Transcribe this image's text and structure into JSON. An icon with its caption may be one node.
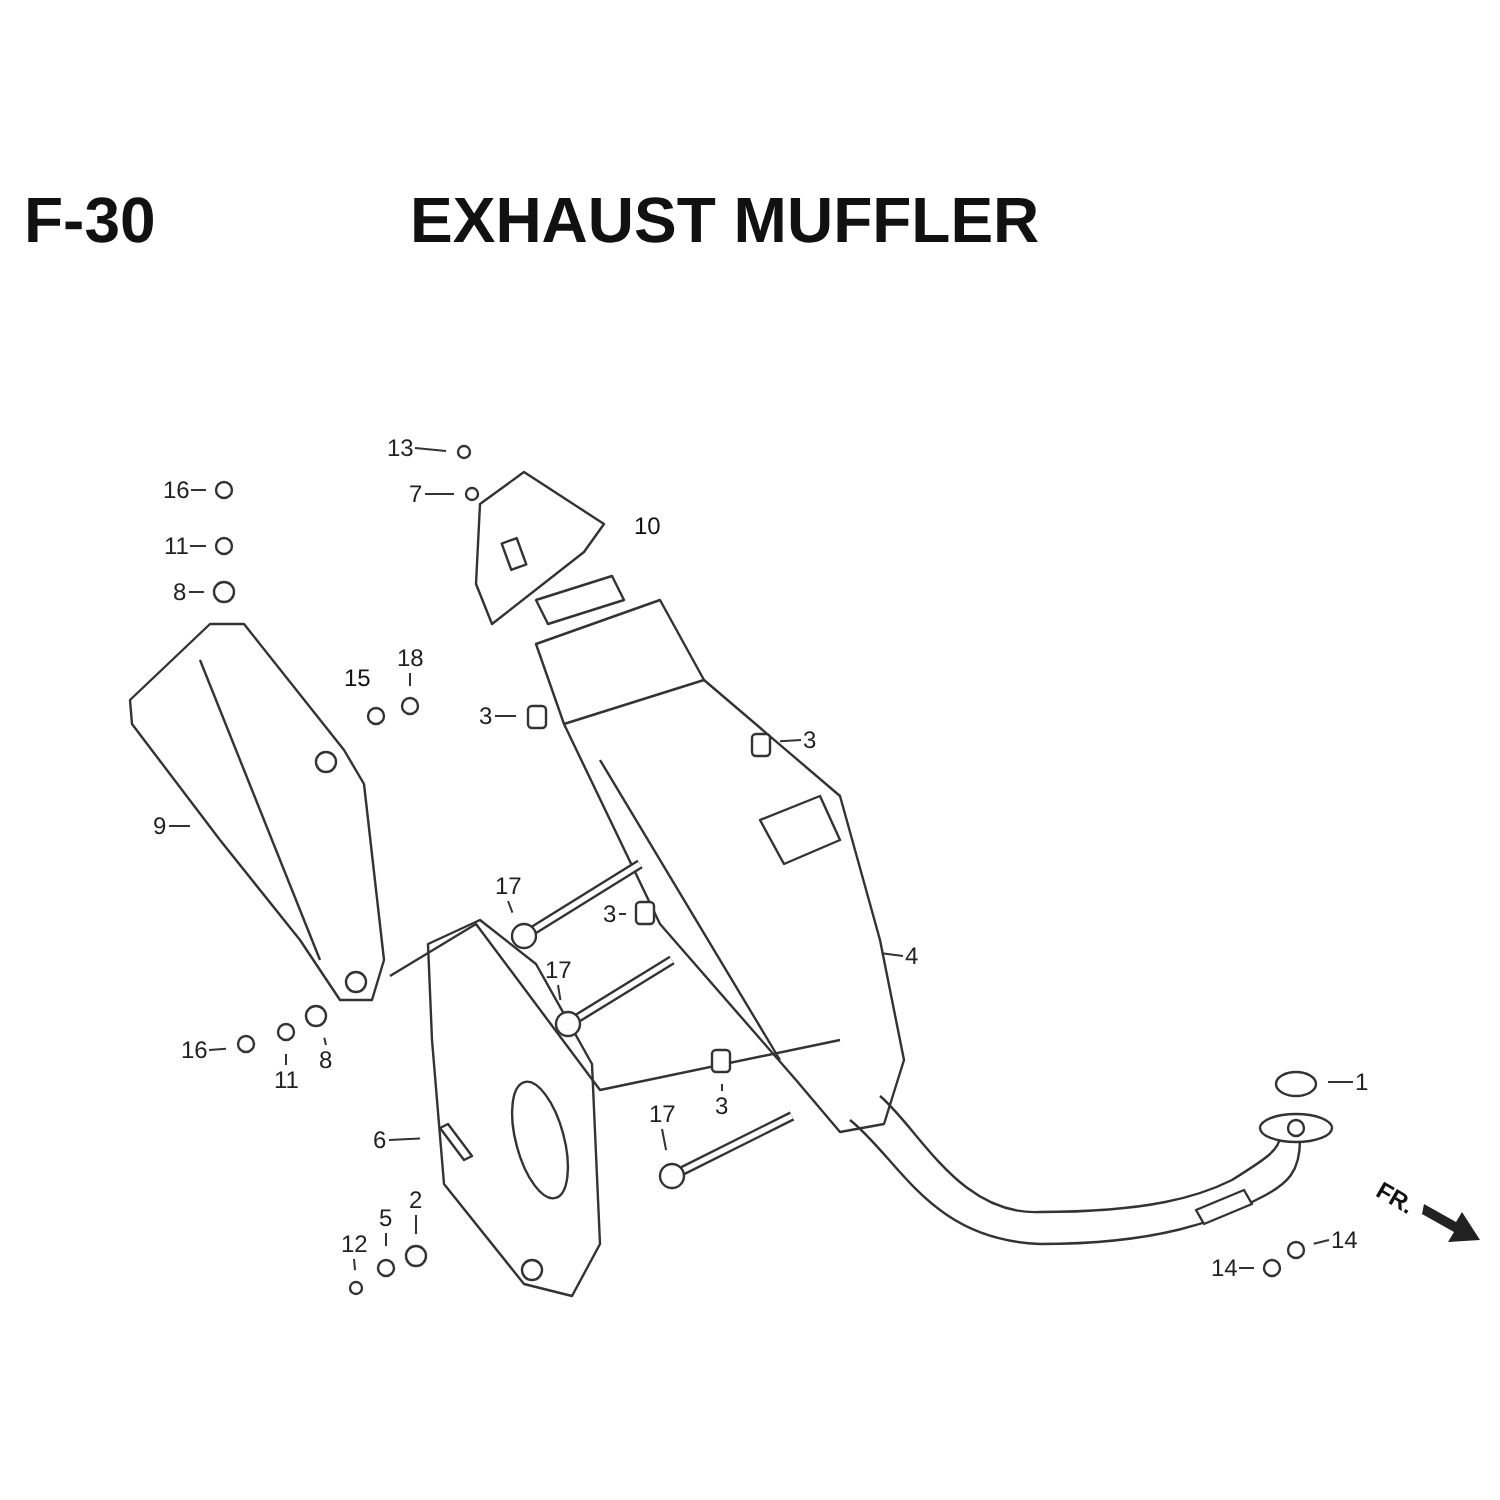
{
  "diagram": {
    "title": "EXHAUST MUFFLER",
    "nodes": [
      {
        "text": [
          "13"
        ]
      },
      {
        "text": [
          "7"
        ]
      },
      {
        "text": [
          "16"
        ]
      },
      {
        "text": [
          "11"
        ]
      },
      {
        "text": [
          "8"
        ]
      },
      {
        "text": [
          "18"
        ]
      },
      {
        "text": [
          "3"
        ]
      },
      {
        "text": [
          "3"
        ]
      },
      {
        "text": [
          "9"
        ]
      },
      {
        "text": [
          "17"
        ]
      },
      {
        "text": [
          "3"
        ]
      },
      {
        "text": [
          "4"
        ]
      },
      {
        "text": [
          "17"
        ]
      },
      {
        "text": [
          "16"
        ]
      },
      {
        "text": [
          "11"
        ]
      },
      {
        "text": [
          "8"
        ]
      },
      {
        "text": [
          "3"
        ]
      },
      {
        "text": [
          "17"
        ]
      },
      {
        "text": [
          "6"
        ]
      },
      {
        "text": [
          "5"
        ]
      },
      {
        "text": [
          "2"
        ]
      },
      {
        "text": [
          "12"
        ]
      },
      {
        "text": [
          "1"
        ]
      },
      {
        "text": [
          "14"
        ]
      },
      {
        "text": [
          "14"
        ]
      }
    ],
    "edges": [
      {
        "from": 0,
        "to": null,
        "arrow": "none"
      },
      {
        "from": 1,
        "to": null,
        "arrow": "none"
      },
      {
        "from": 2,
        "to": null,
        "arrow": "none"
      },
      {
        "from": 3,
        "to": null,
        "arrow": "none"
      },
      {
        "from": 4,
        "to": null,
        "arrow": "none"
      },
      {
        "from": 5,
        "to": null,
        "arrow": "none"
      },
      {
        "from": 6,
        "to": null,
        "arrow": "none"
      },
      {
        "from": 7,
        "to": null,
        "arrow": "none"
      },
      {
        "from": 8,
        "to": null,
        "arrow": "none"
      },
      {
        "from": 9,
        "to": null,
        "arrow": "none"
      },
      {
        "from": 10,
        "to": null,
        "arrow": "none"
      },
      {
        "from": 11,
        "to": null,
        "arrow": "none"
      },
      {
        "from": 12,
        "to": null,
        "arrow": "none"
      },
      {
        "from": 13,
        "to": null,
        "arrow": "none"
      },
      {
        "from": 14,
        "to": null,
        "arrow": "none"
      },
      {
        "from": 15,
        "to": null,
        "arrow": "none"
      },
      {
        "from": 16,
        "to": null,
        "arrow": "none"
      },
      {
        "from": 17,
        "to": null,
        "arrow": "none"
      },
      {
        "from": 18,
        "to": null,
        "arrow": "none"
      },
      {
        "from": 19,
        "to": null,
        "arrow": "none"
      },
      {
        "from": 20,
        "to": null,
        "arrow": "none"
      },
      {
        "from": 21,
        "to": null,
        "arrow": "none"
      },
      {
        "from": 22,
        "to": null,
        "arrow": "none"
      },
      {
        "from": 23,
        "to": null,
        "arrow": "none"
      },
      {
        "from": 24,
        "to": null,
        "arrow": "none"
      }
    ],
    "labels": [
      "F-30",
      "10",
      "15",
      "FR."
    ]
  }
}
